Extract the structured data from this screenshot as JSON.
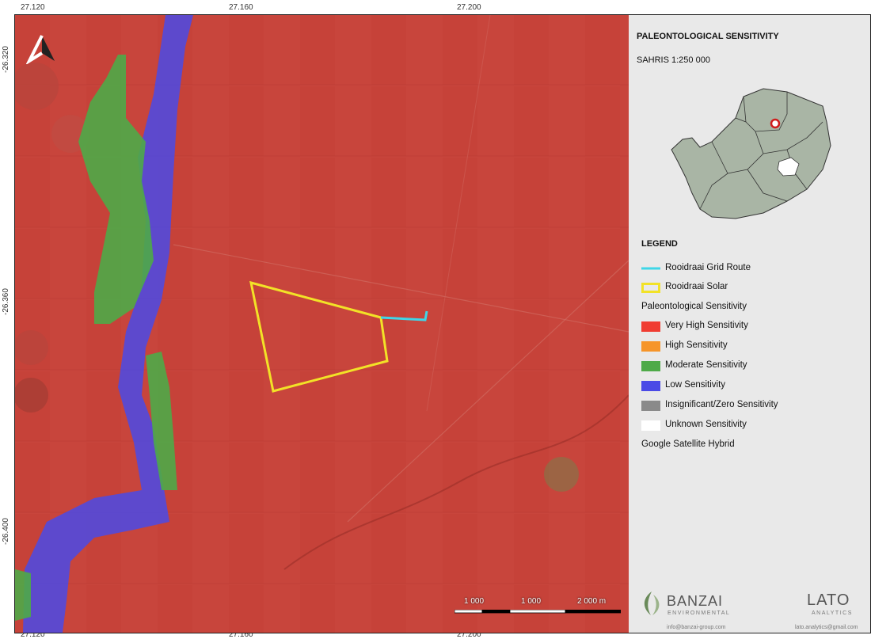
{
  "map": {
    "top_ticks": [
      "27.120",
      "27.160",
      "27.200"
    ],
    "bottom_ticks": [
      "27.120",
      "27.160",
      "27.200"
    ],
    "left_ticks": [
      "-26.320",
      "-26.360",
      "-26.400"
    ],
    "scale_labels": [
      "1 000",
      "1 000",
      "2 000 m"
    ]
  },
  "panel": {
    "title": "PALEONTOLOGICAL SENSITIVITY",
    "subtitle": "SAHRIS 1:250 000",
    "legend_title": "LEGEND",
    "legend_items": [
      {
        "label": "Rooidraai Grid Route",
        "color": "#3fd6e8",
        "kind": "line"
      },
      {
        "label": "Rooidraai Solar",
        "color": "#f2e227",
        "kind": "outline"
      },
      {
        "label": "Paleontological Sensitivity",
        "kind": "heading"
      },
      {
        "label": "Very High Sensitivity",
        "color": "#f03c32",
        "kind": "fill"
      },
      {
        "label": "High Sensitivity",
        "color": "#f6952a",
        "kind": "fill"
      },
      {
        "label": "Moderate Sensitivity",
        "color": "#4eaa48",
        "kind": "fill"
      },
      {
        "label": "Low Sensitivity",
        "color": "#4a4ae6",
        "kind": "fill"
      },
      {
        "label": "Insignificant/Zero Sensitivity",
        "color": "#8a8a8a",
        "kind": "fill"
      },
      {
        "label": "Unknown Sensitivity",
        "color": "#ffffff",
        "kind": "fill"
      },
      {
        "label": "Google Satellite Hybrid",
        "kind": "heading"
      }
    ]
  },
  "logos": {
    "banzai_name": "BANZAI",
    "banzai_sub": "ENVIRONMENTAL",
    "banzai_email": "info@banzai-group.com",
    "lato_name": "LATO",
    "lato_sub": "ANALYTICS",
    "lato_email": "lato.analytics@gmail.com"
  },
  "colors": {
    "very_high": "#c8453c",
    "moderate": "#4eaa48",
    "low": "#4a4ae6",
    "solar": "#f2e227",
    "grid_route": "#3fd6e8"
  }
}
